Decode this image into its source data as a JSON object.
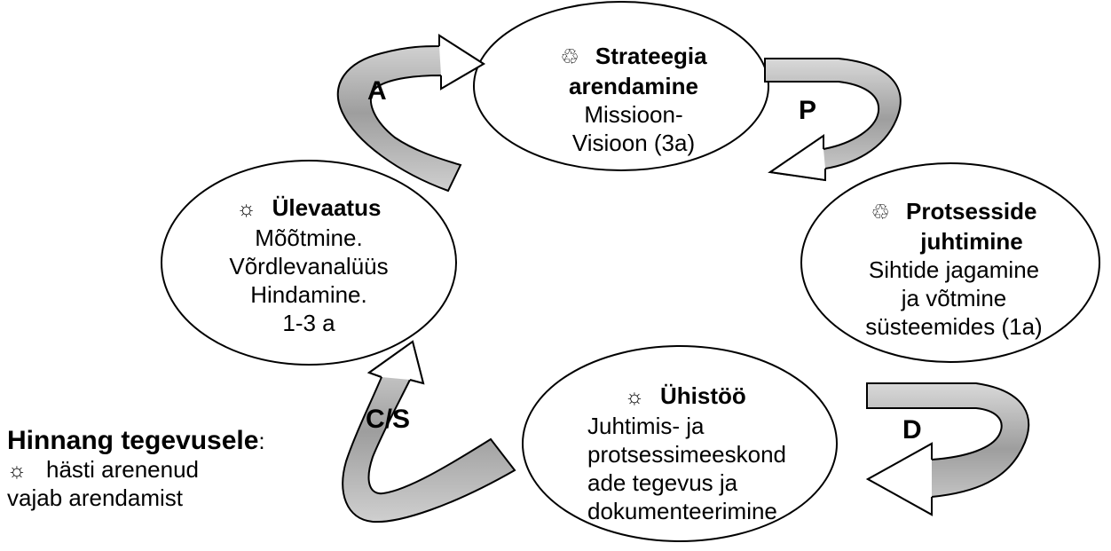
{
  "nodes": {
    "strategy": {
      "icon": "recycle-icon",
      "icon_glyph": "♲",
      "title_line1": "Strateegia",
      "title_line2": "arendamine",
      "line1": "Missioon-",
      "line2": "Visioon (3a)"
    },
    "processes": {
      "icon": "recycle-icon",
      "icon_glyph": "♲",
      "title_line1": "Protsesside",
      "title_line2": "juhtimine",
      "line1": "Sihtide jagamine",
      "line2": "ja võtmine",
      "line3": "süsteemides (1a)"
    },
    "cooperation": {
      "icon": "sun-icon",
      "icon_glyph": "☼",
      "title": "Ühistöö",
      "line1": "Juhtimis- ja",
      "line2": "protsessimeeskond",
      "line3": "ade tegevus ja",
      "line4": "dokumenteerimine"
    },
    "review": {
      "icon": "sun-icon",
      "icon_glyph": "☼",
      "title": "Ülevaatus",
      "line1": "Mõõtmine.",
      "line2": "Võrdlevanalüüs",
      "line3": "Hindamine.",
      "line4": "1-3 a"
    }
  },
  "arrows": {
    "a": "A",
    "p": "P",
    "d": "D",
    "cs": "C/S"
  },
  "legend": {
    "title": "Hinnang tegevusele",
    "colon": ":",
    "sun_glyph": "☼",
    "item1": "hästi arenenud",
    "item2": "vajab arendamist"
  }
}
